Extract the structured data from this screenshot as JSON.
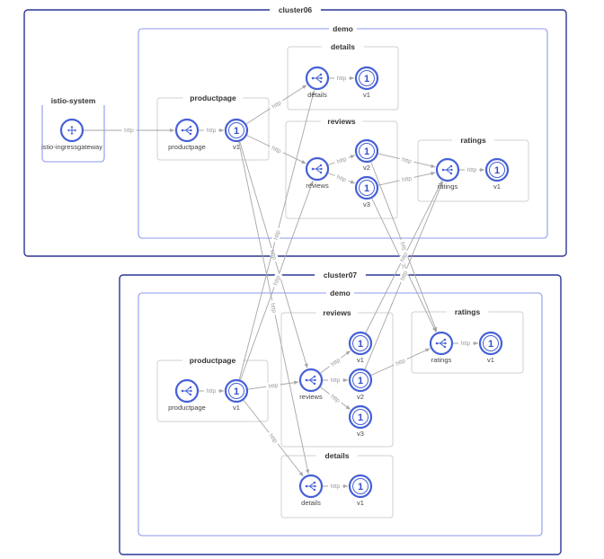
{
  "colors": {
    "cluster_border": "#2b3694",
    "namespace_border": "#8e98ee",
    "app_border": "#d0d0d0",
    "node_accent": "#4660d6",
    "edge": "#a6a6a6"
  },
  "edge_label": "http",
  "boxes": [
    {
      "id": "cluster06",
      "kind": "cluster",
      "title": "cluster06"
    },
    {
      "id": "c06-istio-system",
      "kind": "namespace",
      "title": "istio-system"
    },
    {
      "id": "c06-demo",
      "kind": "namespace",
      "title": "demo"
    },
    {
      "id": "c06-productpage",
      "kind": "app",
      "title": "productpage"
    },
    {
      "id": "c06-details",
      "kind": "app",
      "title": "details"
    },
    {
      "id": "c06-reviews",
      "kind": "app",
      "title": "reviews"
    },
    {
      "id": "c06-ratings",
      "kind": "app",
      "title": "ratings"
    },
    {
      "id": "cluster07",
      "kind": "cluster",
      "title": "cluster07"
    },
    {
      "id": "c07-demo",
      "kind": "namespace",
      "title": "demo"
    },
    {
      "id": "c07-productpage",
      "kind": "app",
      "title": "productpage"
    },
    {
      "id": "c07-reviews",
      "kind": "app",
      "title": "reviews"
    },
    {
      "id": "c07-ratings",
      "kind": "app",
      "title": "ratings"
    },
    {
      "id": "c07-details",
      "kind": "app",
      "title": "details"
    }
  ],
  "nodes": [
    {
      "id": "gw",
      "type": "service",
      "label": "istio-ingressgateway",
      "icon": "gateway-icon"
    },
    {
      "id": "pp06",
      "type": "service",
      "label": "productpage",
      "icon": "service-icon"
    },
    {
      "id": "ppv1_06",
      "type": "workload",
      "label": "v1",
      "badge": "1"
    },
    {
      "id": "det06",
      "type": "service",
      "label": "details",
      "icon": "service-icon"
    },
    {
      "id": "detv1_06",
      "type": "workload",
      "label": "v1",
      "badge": "1"
    },
    {
      "id": "rev06",
      "type": "service",
      "label": "reviews",
      "icon": "service-icon"
    },
    {
      "id": "revv2_06",
      "type": "workload",
      "label": "v2",
      "badge": "1"
    },
    {
      "id": "revv3_06",
      "type": "workload",
      "label": "v3",
      "badge": "1"
    },
    {
      "id": "rat06",
      "type": "service",
      "label": "ratings",
      "icon": "service-icon"
    },
    {
      "id": "ratv1_06",
      "type": "workload",
      "label": "v1",
      "badge": "1"
    },
    {
      "id": "pp07",
      "type": "service",
      "label": "productpage",
      "icon": "service-icon"
    },
    {
      "id": "ppv1_07",
      "type": "workload",
      "label": "v1",
      "badge": "1"
    },
    {
      "id": "rev07",
      "type": "service",
      "label": "reviews",
      "icon": "service-icon"
    },
    {
      "id": "revv1_07",
      "type": "workload",
      "label": "v1",
      "badge": "1"
    },
    {
      "id": "revv2_07",
      "type": "workload",
      "label": "v2",
      "badge": "1"
    },
    {
      "id": "revv3_07",
      "type": "workload",
      "label": "v3",
      "badge": "1"
    },
    {
      "id": "rat07",
      "type": "service",
      "label": "ratings",
      "icon": "service-icon"
    },
    {
      "id": "ratv1_07",
      "type": "workload",
      "label": "v1",
      "badge": "1"
    },
    {
      "id": "det07",
      "type": "service",
      "label": "details",
      "icon": "service-icon"
    },
    {
      "id": "detv1_07",
      "type": "workload",
      "label": "v1",
      "badge": "1"
    }
  ],
  "edges": [
    {
      "from": "gw",
      "to": "pp06"
    },
    {
      "from": "pp06",
      "to": "ppv1_06"
    },
    {
      "from": "ppv1_06",
      "to": "det06"
    },
    {
      "from": "ppv1_06",
      "to": "rev06"
    },
    {
      "from": "det06",
      "to": "detv1_06"
    },
    {
      "from": "rev06",
      "to": "revv2_06"
    },
    {
      "from": "rev06",
      "to": "revv3_06"
    },
    {
      "from": "revv2_06",
      "to": "rat06"
    },
    {
      "from": "revv3_06",
      "to": "rat06"
    },
    {
      "from": "rat06",
      "to": "ratv1_06"
    },
    {
      "from": "ppv1_06",
      "to": "rev07"
    },
    {
      "from": "ppv1_06",
      "to": "det07"
    },
    {
      "from": "revv2_06",
      "to": "rat07"
    },
    {
      "from": "revv3_06",
      "to": "rat07"
    },
    {
      "from": "pp07",
      "to": "ppv1_07"
    },
    {
      "from": "ppv1_07",
      "to": "rev07"
    },
    {
      "from": "ppv1_07",
      "to": "det07"
    },
    {
      "from": "ppv1_07",
      "to": "det06"
    },
    {
      "from": "ppv1_07",
      "to": "rev06"
    },
    {
      "from": "rev07",
      "to": "revv1_07"
    },
    {
      "from": "rev07",
      "to": "revv2_07"
    },
    {
      "from": "rev07",
      "to": "revv3_07"
    },
    {
      "from": "revv2_07",
      "to": "rat07"
    },
    {
      "from": "revv2_07",
      "to": "rat06"
    },
    {
      "from": "revv1_07",
      "to": "rat06"
    },
    {
      "from": "rat07",
      "to": "ratv1_07"
    },
    {
      "from": "det07",
      "to": "detv1_07"
    }
  ]
}
